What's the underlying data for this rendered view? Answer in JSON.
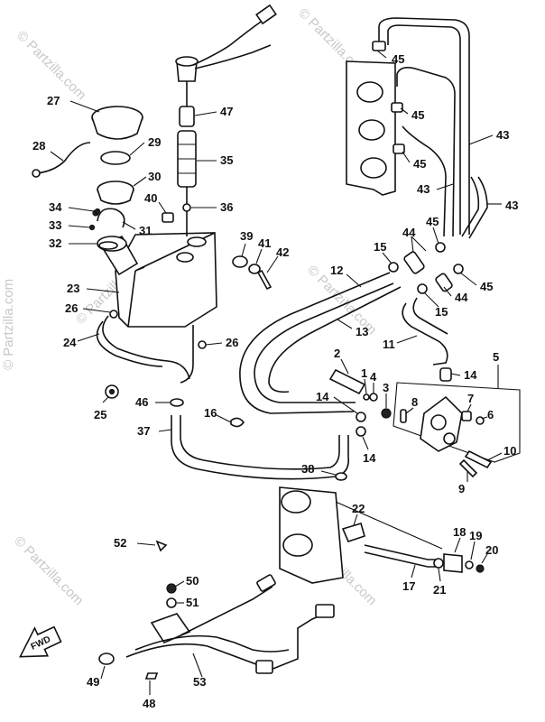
{
  "watermark": "© Partzilla.com",
  "fwd_label": "FWD",
  "callouts": {
    "c1": "1",
    "c2": "2",
    "c3": "3",
    "c4": "4",
    "c5": "5",
    "c6": "6",
    "c7": "7",
    "c8": "8",
    "c9": "9",
    "c10": "10",
    "c11": "11",
    "c12": "12",
    "c13": "13",
    "c14": "14",
    "c15": "15",
    "c16": "16",
    "c17": "17",
    "c18": "18",
    "c19": "19",
    "c20": "20",
    "c21": "21",
    "c22": "22",
    "c23": "23",
    "c24": "24",
    "c25": "25",
    "c26": "26",
    "c27": "27",
    "c28": "28",
    "c29": "29",
    "c30": "30",
    "c31": "31",
    "c32": "32",
    "c33": "33",
    "c34": "34",
    "c35": "35",
    "c36": "36",
    "c37": "37",
    "c38": "38",
    "c39": "39",
    "c40": "40",
    "c41": "41",
    "c42": "42",
    "c43": "43",
    "c44": "44",
    "c45": "45",
    "c46": "46",
    "c47": "47",
    "c48": "48",
    "c49": "49",
    "c50": "50",
    "c51": "51",
    "c52": "52",
    "c53": "53"
  }
}
